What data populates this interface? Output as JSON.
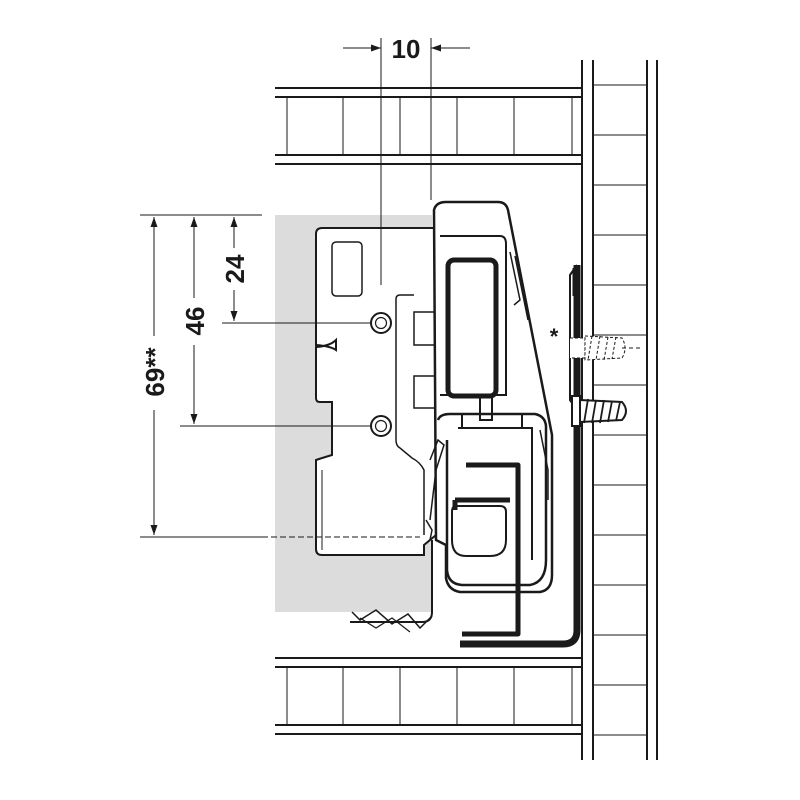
{
  "dimensions": {
    "top_width": "10",
    "hole_spacing_top": "24",
    "hole_spacing_mid": "46",
    "total_height": "69**"
  },
  "annotations": {
    "screw_marker": "*"
  }
}
